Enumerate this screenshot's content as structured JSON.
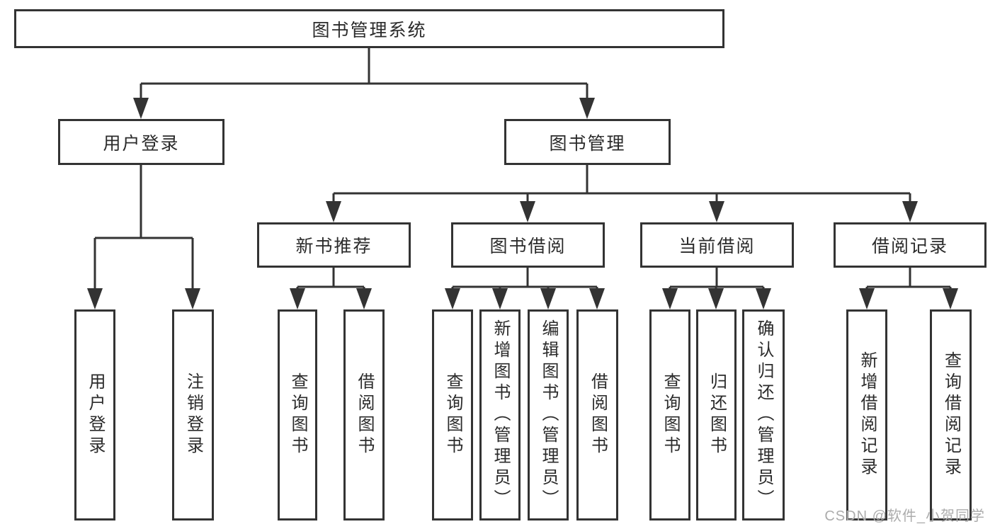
{
  "root": {
    "label": "图书管理系统"
  },
  "level2": [
    {
      "label": "用户登录"
    },
    {
      "label": "图书管理"
    }
  ],
  "level3": [
    {
      "label": "新书推荐"
    },
    {
      "label": "图书借阅"
    },
    {
      "label": "当前借阅"
    },
    {
      "label": "借阅记录"
    }
  ],
  "groups": {
    "user_login": [
      "用户登录",
      "注销登录"
    ],
    "new_book_recommend": [
      "查询图书",
      "借阅图书"
    ],
    "book_borrow": [
      "查询图书",
      "新增图书（管理员）",
      "编辑图书（管理员）",
      "借阅图书"
    ],
    "current_borrow": [
      "查询图书",
      "归还图书",
      "确认归还（管理员）"
    ],
    "borrow_records": [
      "新增借阅记录",
      "查询借阅记录"
    ]
  },
  "watermark": "CSDN @软件_小贺同学",
  "colors": {
    "line": "#333333",
    "box_fill": "#ffffff",
    "text": "#2b2b2b",
    "watermark": "#acacac"
  }
}
